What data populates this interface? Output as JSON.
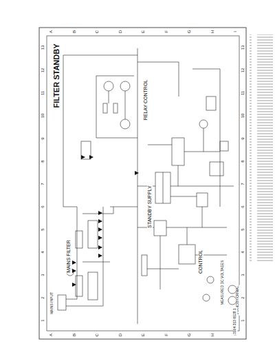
{
  "diagram": {
    "title": "FILTER STANDBY",
    "labels": [
      "A",
      "B",
      "C",
      "D",
      "E",
      "F",
      "G",
      "H",
      "I",
      "A",
      "B",
      "C",
      "D",
      "E",
      "F",
      "G",
      "H",
      "I",
      "1",
      "2",
      "3",
      "4",
      "5",
      "6",
      "7",
      "8",
      "9",
      "10",
      "11",
      "12",
      "13",
      "1",
      "2",
      "3",
      "4",
      "5",
      "6",
      "7",
      "8",
      "9",
      "10",
      "11",
      "12",
      "13",
      "MAINS FILTER",
      "STANDBY SUPPLY",
      "RELAY CONTROL",
      "CONTROL",
      "MEASURED DC VOLTAGES",
      "NORMAL",
      "STANDBY",
      "3104 313 6128.1",
      "MAINS INPUT"
    ]
  }
}
